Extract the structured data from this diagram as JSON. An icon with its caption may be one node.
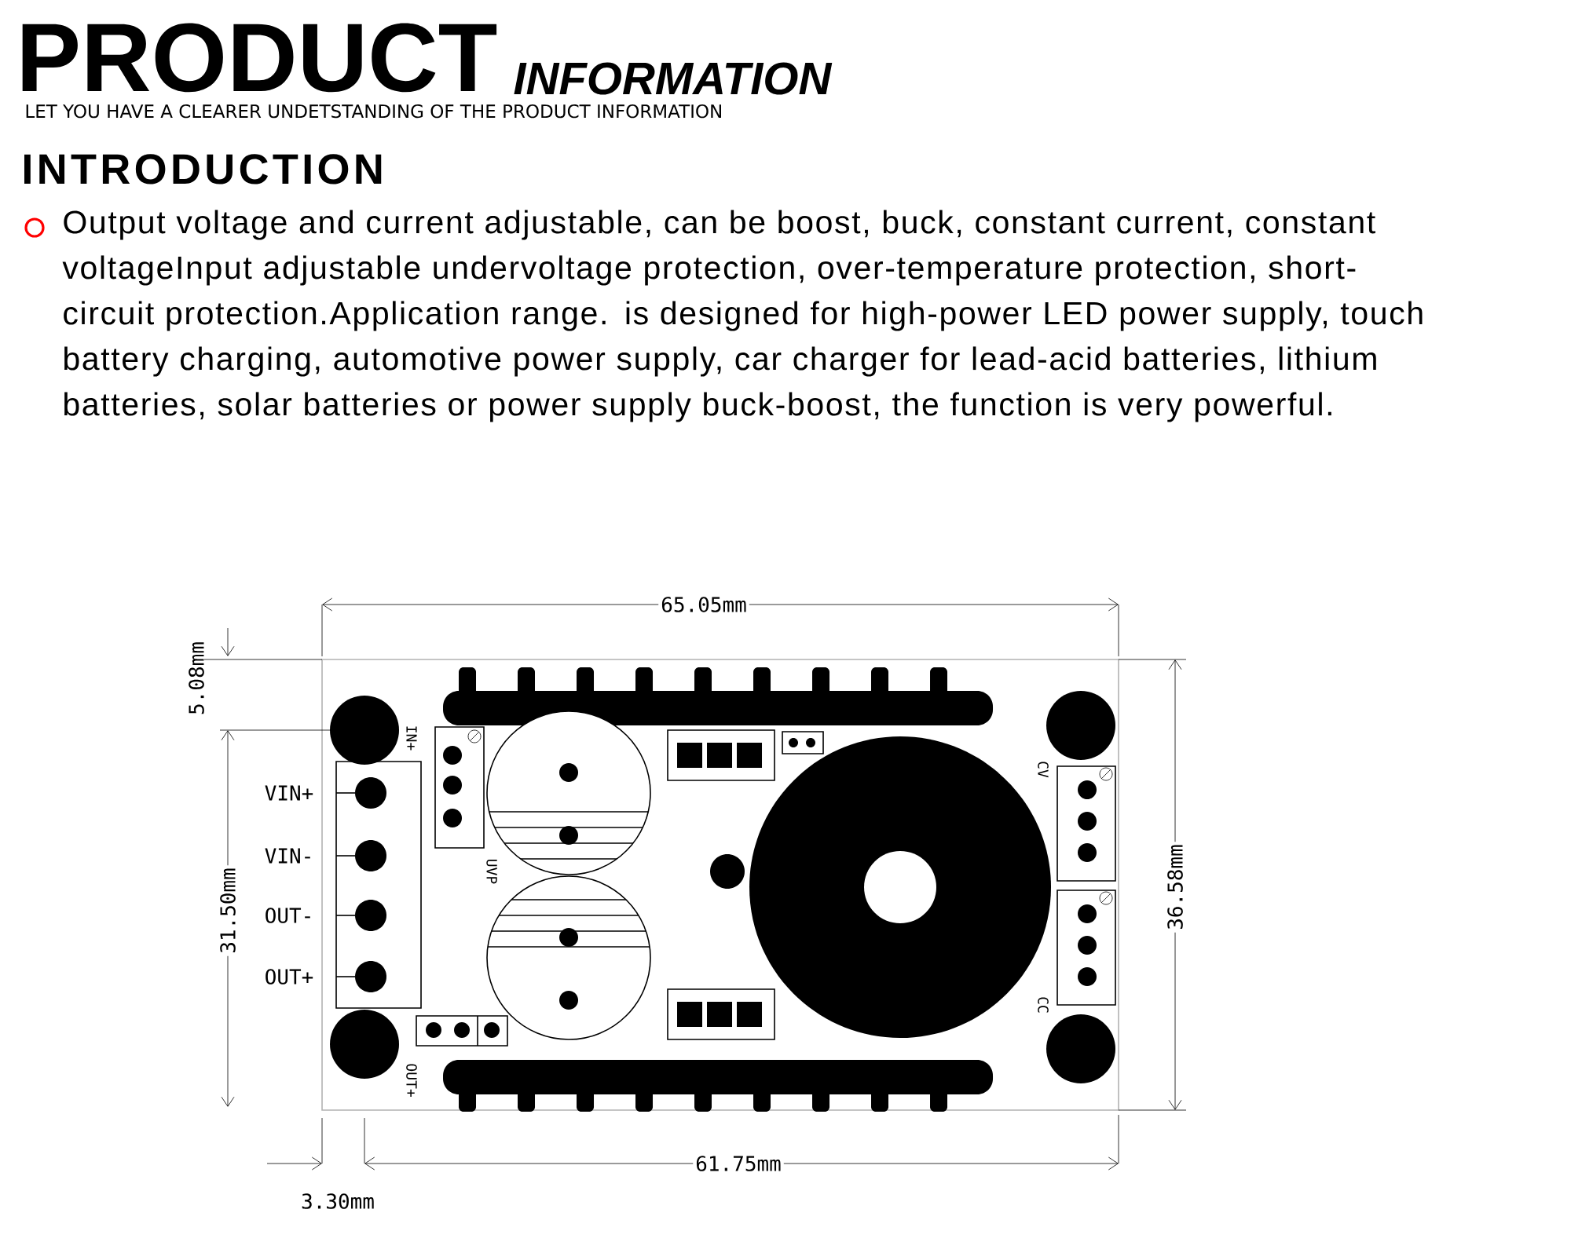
{
  "diagram": {
    "title": "PRODUCT",
    "labels": [
      "INFORMATION",
      "LET YOU HAVE A CLEARER UNDETSTANDING OF THE PRODUCT INFORMATION",
      "INTRODUCTION",
      "Output voltage and current adjustable, can be boost, buck, constant current, constant voltageInput adjustable undervoltage protection, over-temperature protection, short-circuit protection.Application range. is designed for high-power LED power supply, touch battery charging, automotive power supply, car charger for lead-acid batteries, lithium batteries, solar batteries or power supply buck-boost, the function is very powerful.",
      "65.05mm",
      "5.08mm",
      "IN+",
      "VIN+",
      "VIN-",
      "OUT-",
      "OUT+",
      "UVP",
      "CV",
      "36.58mm",
      "31.50mm",
      "CC",
      "OUT+",
      "61.75mm",
      "3.30mm"
    ]
  }
}
